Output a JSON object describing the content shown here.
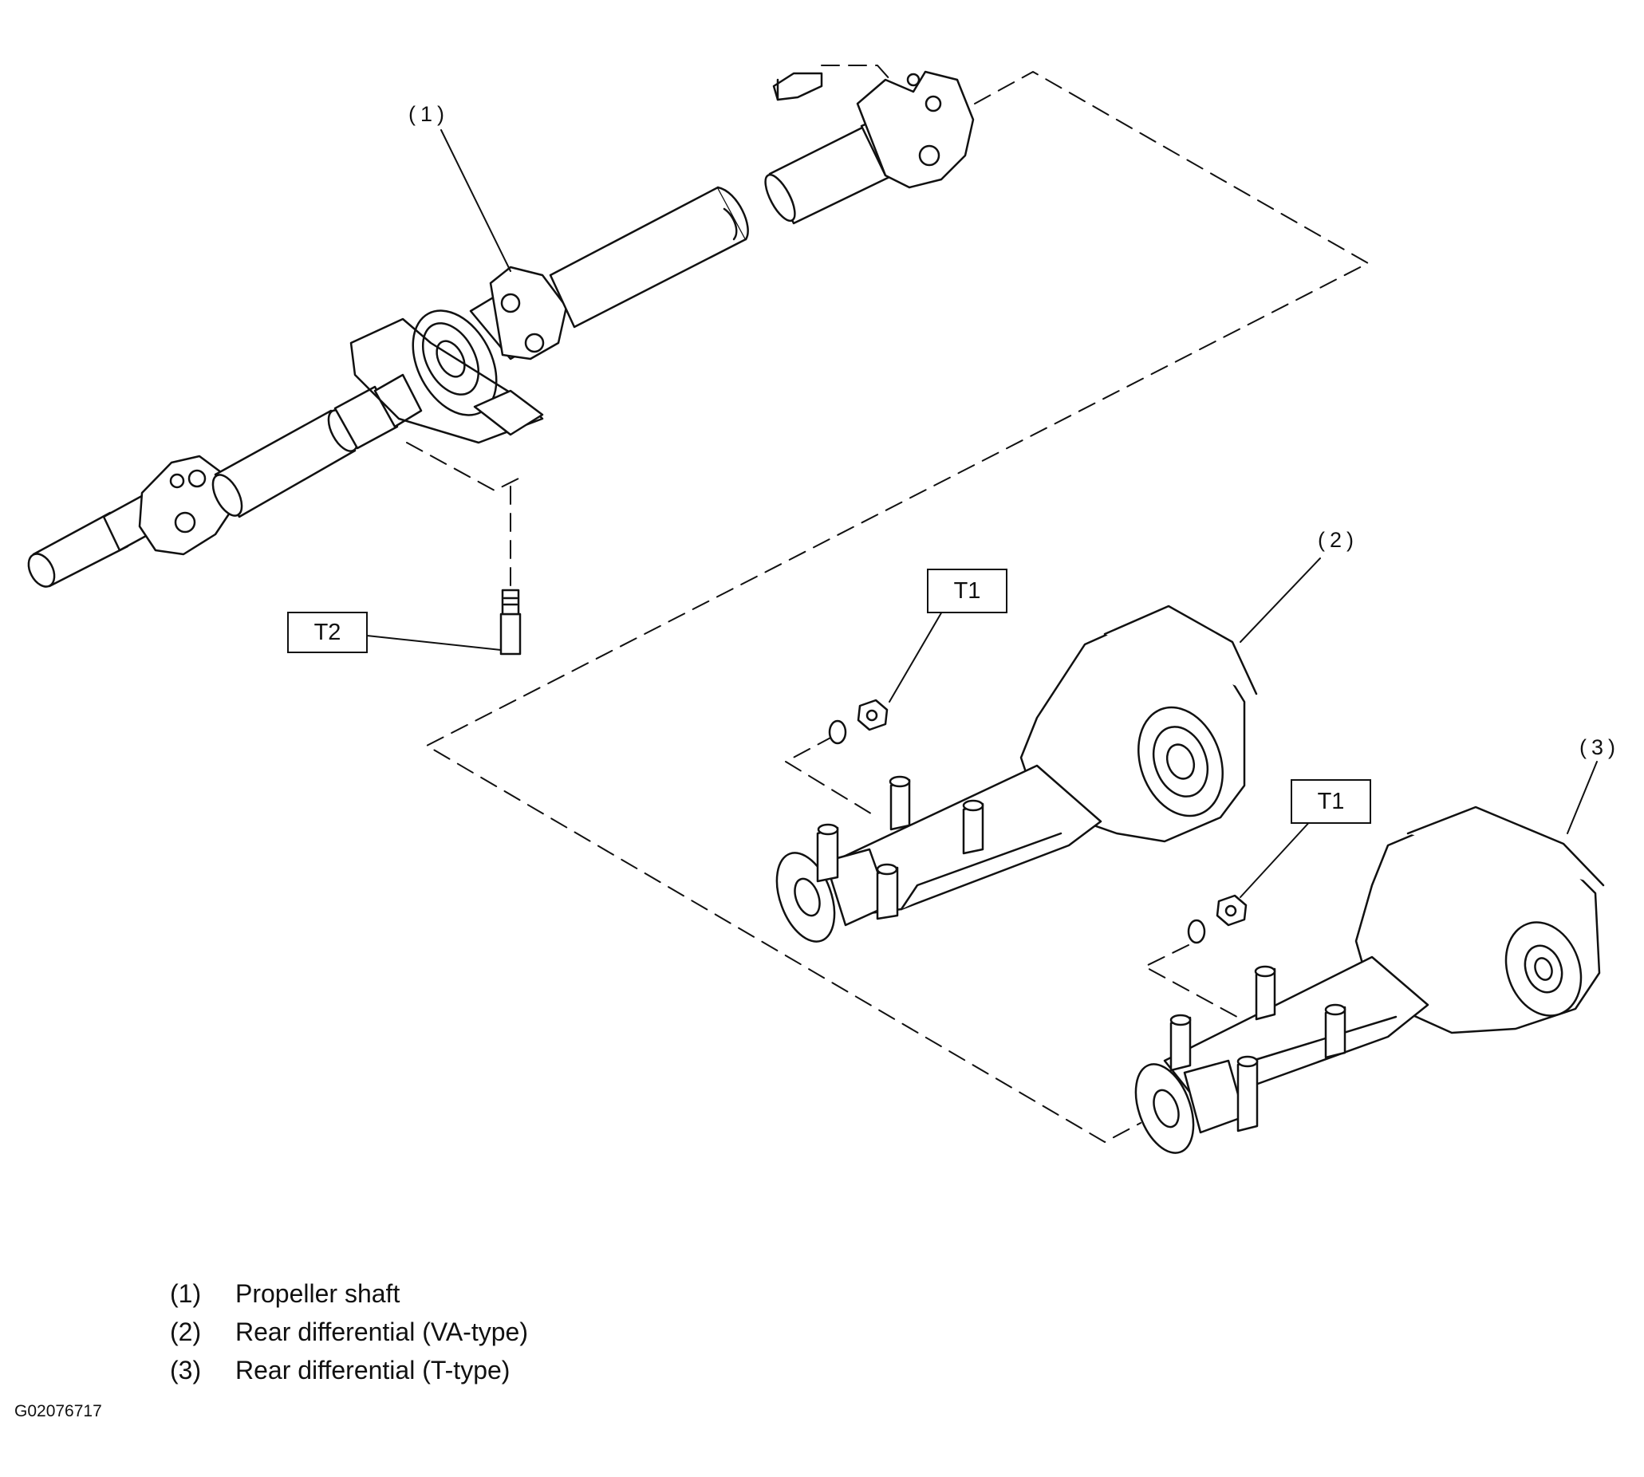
{
  "callouts": {
    "c1": "(1)",
    "c2": "(2)",
    "c3": "(3)"
  },
  "torque": {
    "t2": "T2",
    "t1_va": "T1",
    "t1_t": "T1"
  },
  "legend": [
    {
      "num": "(1)",
      "text": "Propeller shaft"
    },
    {
      "num": "(2)",
      "text": "Rear differential (VA-type)"
    },
    {
      "num": "(3)",
      "text": "Rear differential (T-type)"
    }
  ],
  "figure_id": "G02076717",
  "colors": {
    "ink": "#111111",
    "background": "#ffffff"
  }
}
